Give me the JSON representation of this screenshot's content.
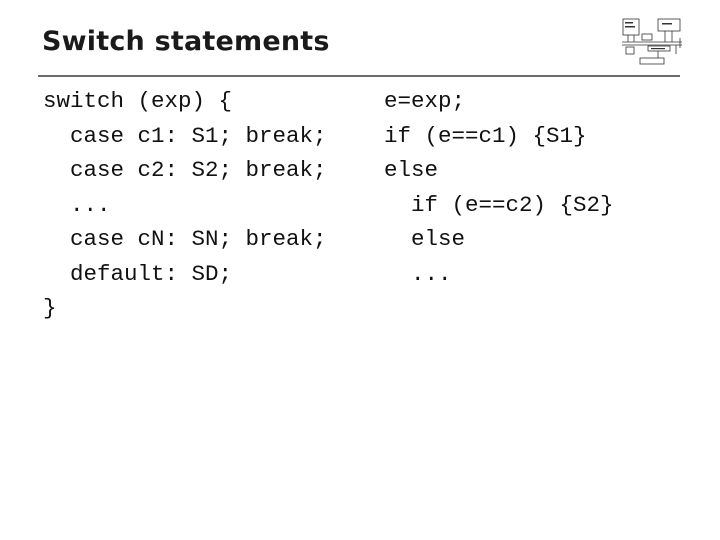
{
  "slide": {
    "title": "Switch statements"
  },
  "left_code": {
    "lines": [
      "switch (exp) {",
      "  case c1: S1; break;",
      "  case c2: S2; break;",
      "  ...",
      "  case cN: SN; break;",
      "  default: SD;",
      "}"
    ]
  },
  "right_code": {
    "lines": [
      "e=exp;",
      "if (e==c1) {S1}",
      "else",
      "  if (e==c2) {S2}",
      "  else",
      "  ..."
    ]
  },
  "colors": {
    "text": "#111111",
    "rule": "#6b6b6b",
    "background": "#ffffff"
  },
  "icons": {
    "corner": "system-diagram-thumbnail-icon"
  }
}
